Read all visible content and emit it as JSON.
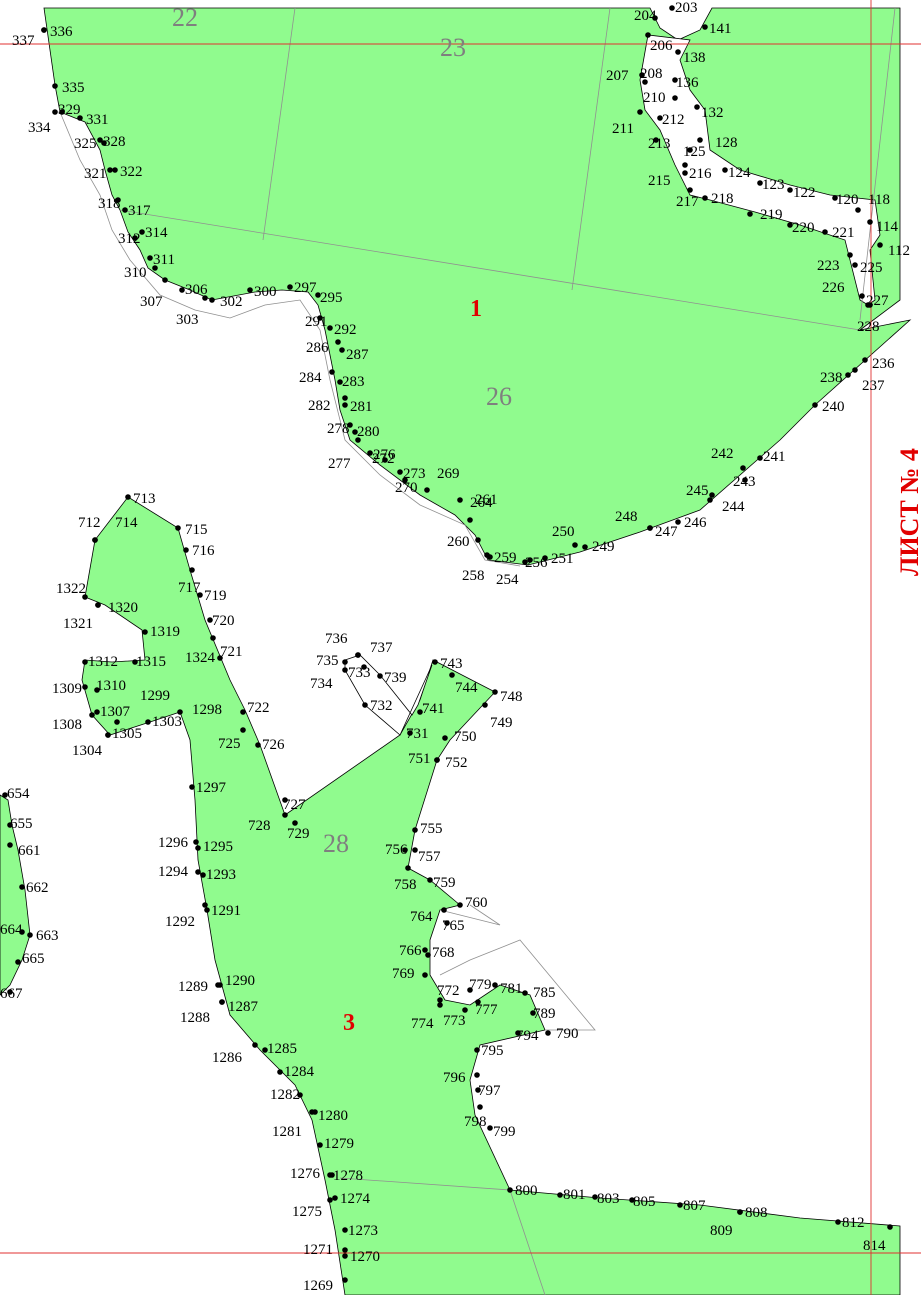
{
  "map": {
    "sheet_label": "ЛИСТ № 4",
    "colors": {
      "fill": "#90fb8e",
      "boundary": "#000000",
      "vertex": "#000000",
      "grid": "#e03030",
      "parcel_line": "#909090",
      "area_label": "#e10000",
      "parcel_label": "#7f7f7f"
    },
    "area_labels": [
      "1",
      "3"
    ],
    "parcel_labels": [
      "22",
      "23",
      "26",
      "28"
    ],
    "points_top": [
      "337",
      "336",
      "335",
      "334",
      "329",
      "331",
      "325",
      "328",
      "321",
      "322",
      "318",
      "317",
      "312",
      "314",
      "311",
      "310",
      "307",
      "306",
      "303",
      "302",
      "300",
      "297",
      "295",
      "291",
      "292",
      "286",
      "287",
      "284",
      "283",
      "282",
      "281",
      "278",
      "280",
      "277",
      "276",
      "272",
      "273",
      "270",
      "269",
      "264",
      "261",
      "260",
      "258",
      "259",
      "254",
      "256",
      "251",
      "250",
      "249",
      "248",
      "247",
      "246",
      "245",
      "244",
      "243",
      "242",
      "241",
      "240",
      "238",
      "237",
      "236",
      "228",
      "227",
      "226",
      "223",
      "225",
      "221",
      "220",
      "219",
      "218",
      "217",
      "216",
      "215",
      "213",
      "212",
      "211",
      "210",
      "208",
      "207",
      "206",
      "204",
      "203",
      "141",
      "138",
      "136",
      "132",
      "128",
      "125",
      "124",
      "123",
      "122",
      "120",
      "118",
      "114",
      "112"
    ],
    "points_bottom": [
      "713",
      "712",
      "714",
      "715",
      "716",
      "717",
      "719",
      "720",
      "721",
      "1324",
      "1322",
      "1320",
      "1321",
      "1319",
      "1312",
      "1315",
      "1309",
      "1310",
      "1299",
      "1307",
      "1303",
      "1298",
      "1308",
      "1305",
      "1304",
      "722",
      "725",
      "726",
      "727",
      "728",
      "729",
      "736",
      "737",
      "735",
      "733",
      "739",
      "734",
      "732",
      "743",
      "744",
      "748",
      "741",
      "749",
      "731",
      "750",
      "751",
      "752",
      "755",
      "756",
      "757",
      "758",
      "759",
      "764",
      "760",
      "765",
      "766",
      "768",
      "769",
      "772",
      "779",
      "781",
      "785",
      "774",
      "773",
      "777",
      "789",
      "794",
      "790",
      "795",
      "796",
      "797",
      "798",
      "799",
      "800",
      "801",
      "803",
      "805",
      "807",
      "808",
      "809",
      "812",
      "814",
      "1297",
      "1296",
      "1295",
      "1294",
      "1293",
      "1292",
      "1291",
      "1289",
      "1290",
      "1288",
      "1287",
      "1286",
      "1285",
      "1284",
      "1282",
      "1281",
      "1280",
      "1279",
      "1276",
      "1278",
      "1274",
      "1275",
      "1273",
      "1271",
      "1270",
      "1269",
      "654",
      "655",
      "661",
      "662",
      "663",
      "664",
      "665",
      "667"
    ]
  }
}
